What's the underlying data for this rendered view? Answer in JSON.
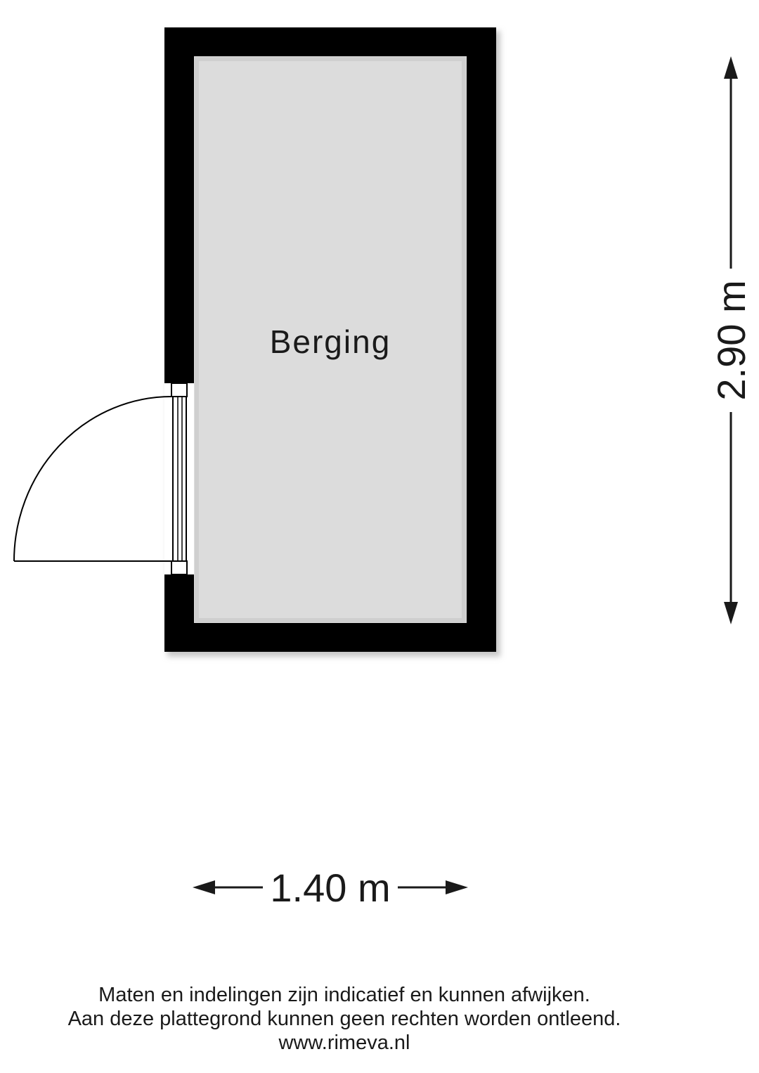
{
  "room": {
    "name": "Berging"
  },
  "dimensions": {
    "width_label": "1.40 m",
    "height_label": "2.90 m"
  },
  "footer": {
    "line1": "Maten en indelingen zijn indicatief en kunnen afwijken.",
    "line2": "Aan deze plattegrond kunnen geen rechten worden ontleend.",
    "website": "www.rimeva.nl"
  },
  "colors": {
    "wall": "#000000",
    "floor": "#dcdcdc",
    "line": "#1a1a1a"
  }
}
